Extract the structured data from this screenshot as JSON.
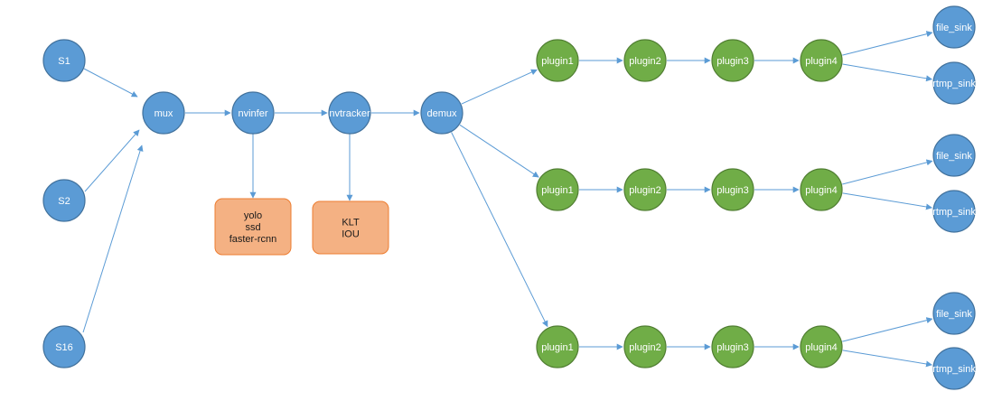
{
  "colors": {
    "source_fill": "#5b9bd5",
    "source_stroke": "#41719c",
    "plugin_fill": "#70ad47",
    "plugin_stroke": "#507e32",
    "box_fill": "#f4b183",
    "box_stroke": "#ed7d31",
    "edge": "#5b9bd5",
    "node_text": "#ffffff",
    "box_text": "#1a1a1a"
  },
  "nodes": [
    {
      "id": "s1",
      "label": "S1",
      "kind": "source"
    },
    {
      "id": "s2",
      "label": "S2",
      "kind": "source"
    },
    {
      "id": "s16",
      "label": "S16",
      "kind": "source"
    },
    {
      "id": "mux",
      "label": "mux",
      "kind": "source"
    },
    {
      "id": "nvinfer",
      "label": "nvinfer",
      "kind": "source"
    },
    {
      "id": "nvtracker",
      "label": "nvtracker",
      "kind": "source"
    },
    {
      "id": "demux",
      "label": "demux",
      "kind": "source"
    },
    {
      "id": "p1a",
      "label": "plugin1",
      "kind": "plugin"
    },
    {
      "id": "p2a",
      "label": "plugin2",
      "kind": "plugin"
    },
    {
      "id": "p3a",
      "label": "plugin3",
      "kind": "plugin"
    },
    {
      "id": "p4a",
      "label": "plugin4",
      "kind": "plugin"
    },
    {
      "id": "p1b",
      "label": "plugin1",
      "kind": "plugin"
    },
    {
      "id": "p2b",
      "label": "plugin2",
      "kind": "plugin"
    },
    {
      "id": "p3b",
      "label": "plugin3",
      "kind": "plugin"
    },
    {
      "id": "p4b",
      "label": "plugin4",
      "kind": "plugin"
    },
    {
      "id": "p1c",
      "label": "plugin1",
      "kind": "plugin"
    },
    {
      "id": "p2c",
      "label": "plugin2",
      "kind": "plugin"
    },
    {
      "id": "p3c",
      "label": "plugin3",
      "kind": "plugin"
    },
    {
      "id": "p4c",
      "label": "plugin4",
      "kind": "plugin"
    },
    {
      "id": "fsa",
      "label": "file_sink",
      "kind": "source"
    },
    {
      "id": "rsa",
      "label": "rtmp_sink",
      "kind": "source"
    },
    {
      "id": "fsb",
      "label": "file_sink",
      "kind": "source"
    },
    {
      "id": "rsb",
      "label": "rtmp_sink",
      "kind": "source"
    },
    {
      "id": "fsc",
      "label": "file_sink",
      "kind": "source"
    },
    {
      "id": "rsc",
      "label": "rtmp_sink",
      "kind": "source"
    }
  ],
  "boxes": [
    {
      "id": "models",
      "lines": [
        "yolo",
        "ssd",
        "faster-rcnn"
      ]
    },
    {
      "id": "trackers",
      "lines": [
        "KLT",
        "IOU"
      ]
    }
  ],
  "edges": [
    [
      "s1",
      "mux"
    ],
    [
      "s2",
      "mux"
    ],
    [
      "s16",
      "mux"
    ],
    [
      "mux",
      "nvinfer"
    ],
    [
      "nvinfer",
      "nvtracker"
    ],
    [
      "nvtracker",
      "demux"
    ],
    [
      "nvinfer",
      "models"
    ],
    [
      "nvtracker",
      "trackers"
    ],
    [
      "demux",
      "p1a"
    ],
    [
      "demux",
      "p1b"
    ],
    [
      "demux",
      "p1c"
    ],
    [
      "p1a",
      "p2a"
    ],
    [
      "p2a",
      "p3a"
    ],
    [
      "p3a",
      "p4a"
    ],
    [
      "p4a",
      "fsa"
    ],
    [
      "p4a",
      "rsa"
    ],
    [
      "p1b",
      "p2b"
    ],
    [
      "p2b",
      "p3b"
    ],
    [
      "p3b",
      "p4b"
    ],
    [
      "p4b",
      "fsb"
    ],
    [
      "p4b",
      "rsb"
    ],
    [
      "p1c",
      "p2c"
    ],
    [
      "p2c",
      "p3c"
    ],
    [
      "p3c",
      "p4c"
    ],
    [
      "p4c",
      "fsc"
    ],
    [
      "p4c",
      "rsc"
    ]
  ]
}
